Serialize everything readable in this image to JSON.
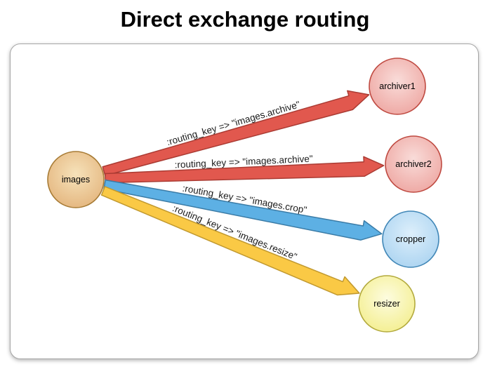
{
  "title": "Direct exchange routing",
  "diagram": {
    "exchange": {
      "label": "images",
      "fill_center": "#f6e2ba",
      "fill_edge": "#e1ae74",
      "stroke": "#a87c36"
    },
    "queues": [
      {
        "label": "archiver1",
        "fill_center": "#f9dcd9",
        "fill_edge": "#ec9e99",
        "stroke": "#bf4a41"
      },
      {
        "label": "archiver2",
        "fill_center": "#f9dcd9",
        "fill_edge": "#ec9e99",
        "stroke": "#bf4a41"
      },
      {
        "label": "cropper",
        "fill_center": "#ddeffb",
        "fill_edge": "#a3cfef",
        "stroke": "#4187b7"
      },
      {
        "label": "resizer",
        "fill_center": "#fdfcdf",
        "fill_edge": "#f2ec82",
        "stroke": "#b3aa3d"
      }
    ],
    "bindings": [
      {
        "label": ":routing_key => \"images.archive\"",
        "fill": "#e1584e",
        "stroke": "#aa3b33"
      },
      {
        "label": ":routing_key => \"images.archive\"",
        "fill": "#e1584e",
        "stroke": "#aa3b33"
      },
      {
        "label": ":routing_key => \"images.crop\"",
        "fill": "#5db0e4",
        "stroke": "#3a7ba6"
      },
      {
        "label": ":routing_key => \"images.resize\"",
        "fill": "#fac945",
        "stroke": "#c1992f"
      }
    ]
  }
}
